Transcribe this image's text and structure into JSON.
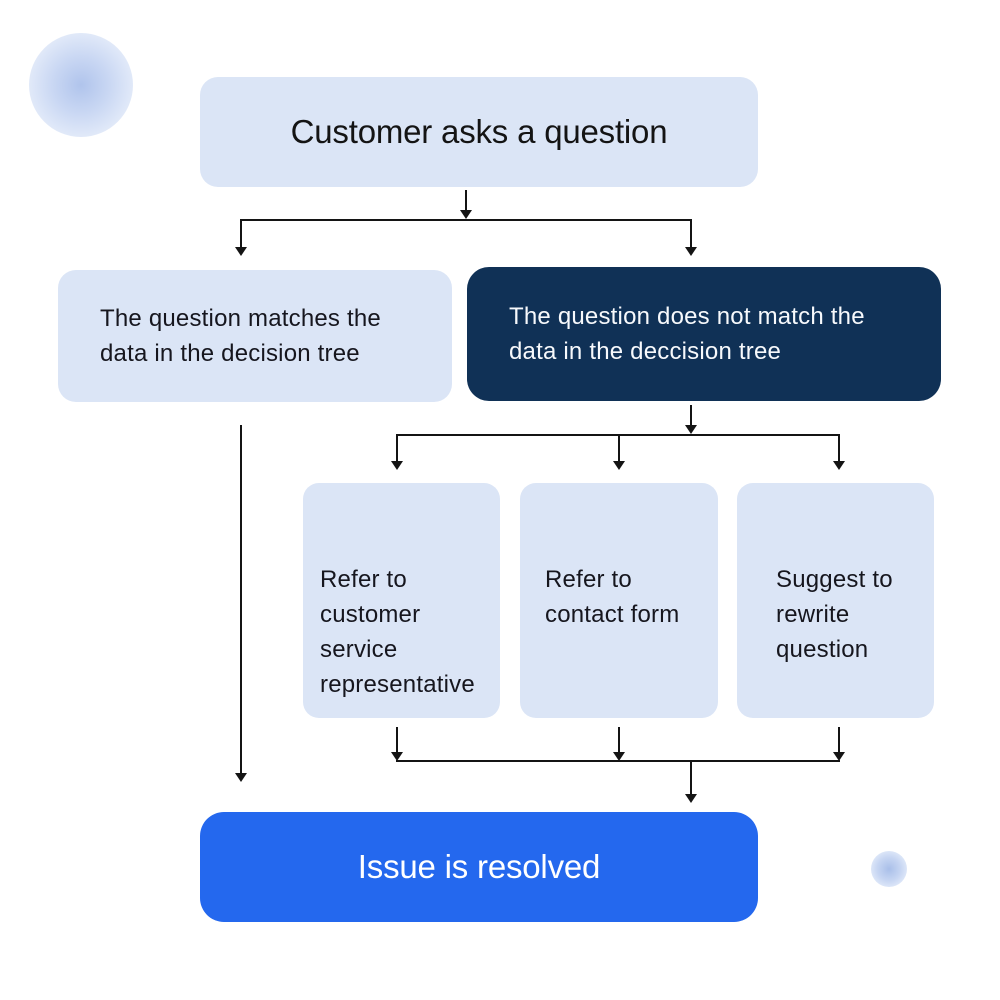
{
  "diagram": {
    "title": "Customer question decision flowchart",
    "nodes": {
      "start": {
        "label": "Customer asks a question"
      },
      "match": {
        "label": "The question matches the\ndata in the decision tree"
      },
      "no_match": {
        "label": "The question does not match the\ndata in the deccision tree"
      },
      "refer_rep": {
        "label": "Refer to\ncustomer\nservice\nrepresentative"
      },
      "refer_form": {
        "label": "Refer to\ncontact form"
      },
      "rewrite": {
        "label": "Suggest to\nrewrite\nquestion"
      },
      "resolved": {
        "label": "Issue is resolved"
      }
    },
    "edges": [
      "start -> match",
      "start -> no_match",
      "no_match -> refer_rep",
      "no_match -> refer_form",
      "no_match -> rewrite",
      "match -> resolved",
      "refer_rep -> resolved",
      "refer_form -> resolved",
      "rewrite -> resolved"
    ],
    "colors": {
      "node_light": "#dbe5f6",
      "node_dark": "#103156",
      "node_accent": "#2468ee",
      "connector": "#141414",
      "text_dark": "#16161e",
      "text_light": "#f7f9fc"
    }
  }
}
